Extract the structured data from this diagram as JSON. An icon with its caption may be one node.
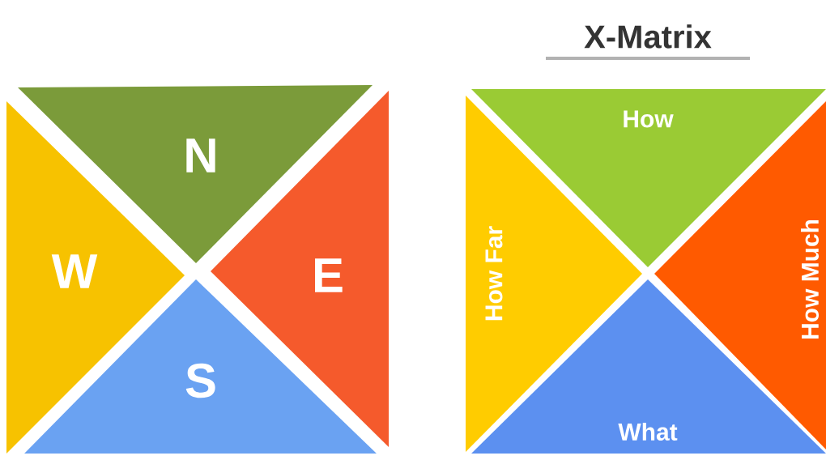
{
  "diagram": {
    "title": "X-Matrix",
    "nodes": [
      {
        "text": [
          "N"
        ]
      },
      {
        "text": [
          "W"
        ]
      },
      {
        "text": [
          "E"
        ]
      },
      {
        "text": [
          "S"
        ]
      },
      {
        "text": [
          "How"
        ]
      },
      {
        "text": [
          "How Far"
        ]
      },
      {
        "text": [
          "How Much"
        ]
      },
      {
        "text": [
          "What"
        ]
      }
    ]
  }
}
